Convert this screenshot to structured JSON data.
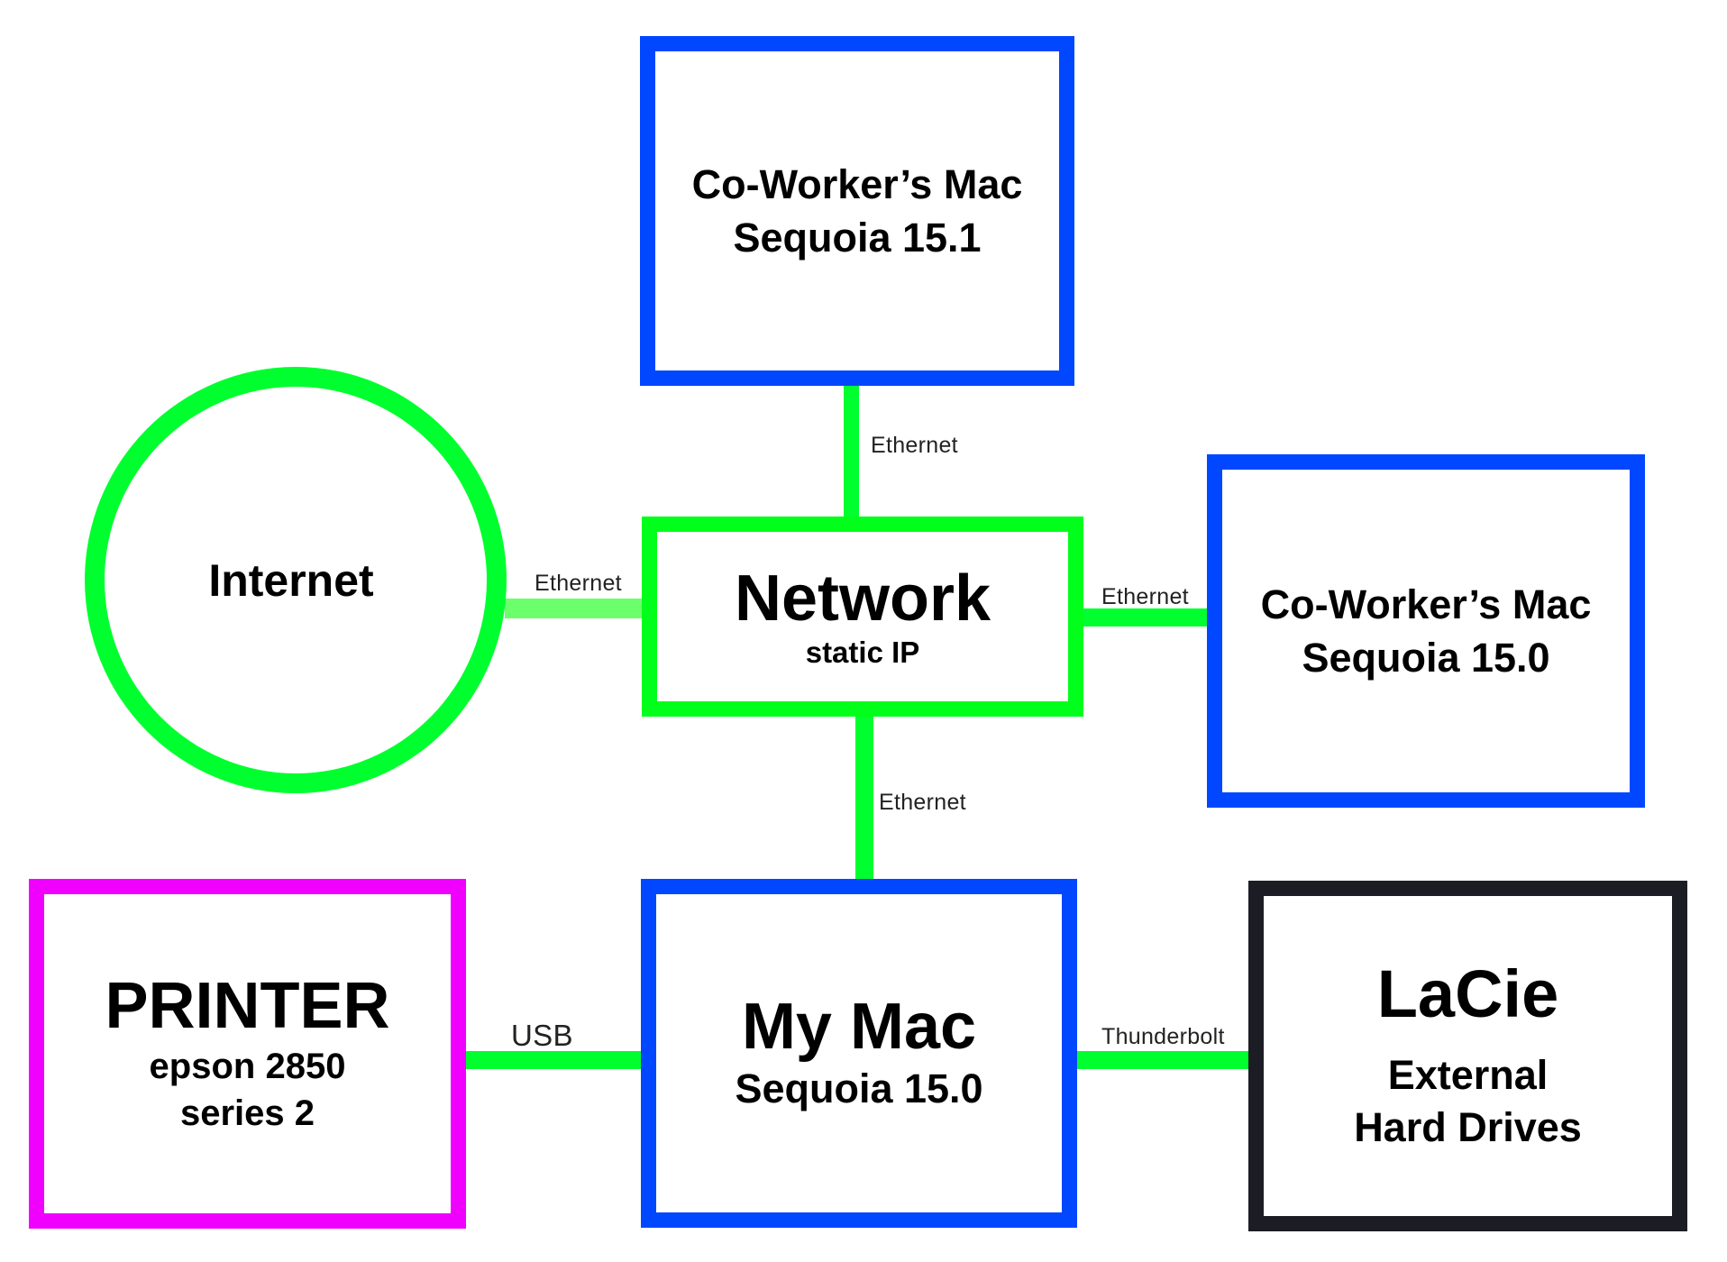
{
  "diagram": {
    "type": "network-topology",
    "colors": {
      "mac_border": "#0047ff",
      "network_border": "#00ff1a",
      "internet_border": "#00ff2e",
      "printer_border": "#f000ff",
      "storage_border": "#1c1d24",
      "connection": "#00ff2e",
      "connection_internet": "#6cff6c"
    },
    "nodes": {
      "coworker_mac_top": {
        "line1": "Co-Worker’s Mac",
        "line2": "Sequoia 15.1"
      },
      "internet": {
        "label": "Internet"
      },
      "network": {
        "title": "Network",
        "subtitle": "static IP"
      },
      "coworker_mac_right": {
        "line1": "Co-Worker’s Mac",
        "line2": "Sequoia 15.0"
      },
      "printer": {
        "title": "PRINTER",
        "line2": "epson 2850",
        "line3": "series 2"
      },
      "my_mac": {
        "title": "My Mac",
        "subtitle": "Sequoia 15.0"
      },
      "lacie": {
        "title": "LaCie",
        "line2": "External",
        "line3": "Hard Drives"
      }
    },
    "connections": [
      {
        "from": "network",
        "to": "coworker_mac_top",
        "label": "Ethernet"
      },
      {
        "from": "internet",
        "to": "network",
        "label": "Ethernet"
      },
      {
        "from": "network",
        "to": "coworker_mac_right",
        "label": "Ethernet"
      },
      {
        "from": "network",
        "to": "my_mac",
        "label": "Ethernet"
      },
      {
        "from": "printer",
        "to": "my_mac",
        "label": "USB"
      },
      {
        "from": "my_mac",
        "to": "lacie",
        "label": "Thunderbolt"
      }
    ]
  }
}
